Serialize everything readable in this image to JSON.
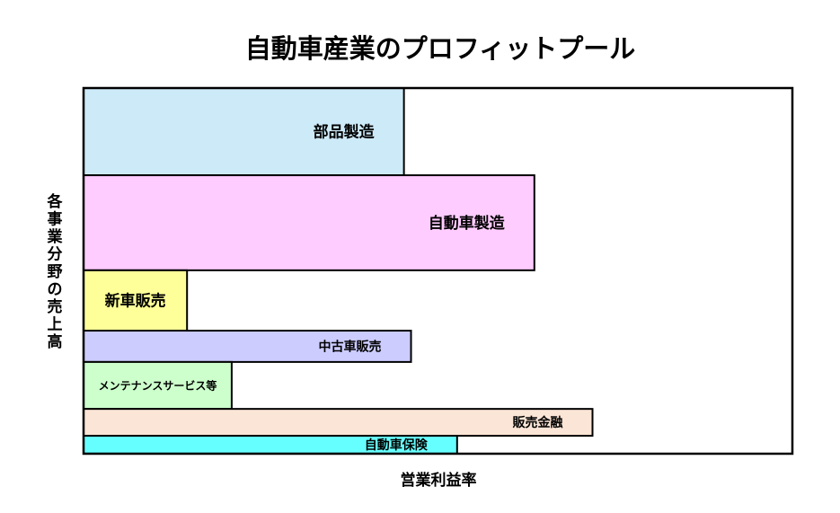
{
  "chart_data": {
    "type": "bar",
    "title": "自動車産業のプロフィットプール",
    "xlabel": "営業利益率",
    "ylabel": "各事業分野の売上高",
    "grid": false,
    "bars": [
      {
        "label": "部品製造",
        "share": 0.2385,
        "margin": 0.452,
        "color": "#cdeaf8"
      },
      {
        "label": "自動車製造",
        "share": 0.2599,
        "margin": 0.636,
        "color": "#ffccff"
      },
      {
        "label": "新車販売",
        "share": 0.1651,
        "margin": 0.146,
        "color": "#ffff99"
      },
      {
        "label": "中古車販売",
        "share": 0.0856,
        "margin": 0.462,
        "color": "#ccccff"
      },
      {
        "label": "メンテナンスサービス等",
        "share": 0.1284,
        "margin": 0.209,
        "color": "#ccffcc"
      },
      {
        "label": "販売金融",
        "share": 0.0734,
        "margin": 0.718,
        "color": "#fbe5d6"
      },
      {
        "label": "自動車保険",
        "share": 0.0489,
        "margin": 0.527,
        "color": "#66ffff"
      }
    ]
  }
}
